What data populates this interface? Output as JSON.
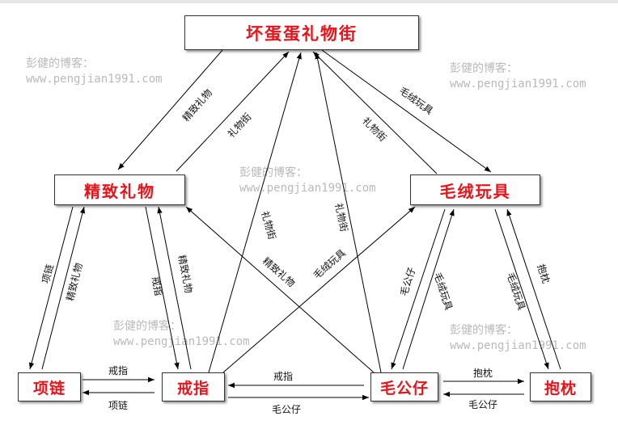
{
  "nodes": {
    "main": "坏蛋蛋礼物街",
    "jingzhi": "精致礼物",
    "maoxian": "毛绒玩具",
    "xianglian": "项链",
    "jiezhi": "戒指",
    "maogongzai": "毛公仔",
    "baozhen": "抱枕"
  },
  "watermark": {
    "line1": "彭健的博客：",
    "line2": "www.pengjian1991.com"
  },
  "edges": {
    "main_to_jingzhi": "精致礼物",
    "jingzhi_to_main": "礼物街",
    "main_to_maoxian": "毛绒玩具",
    "maoxian_to_main": "礼物街",
    "jiezhi_to_main": "礼物街",
    "maogongzai_to_main": "礼物街",
    "jingzhi_to_xianglian": "项链",
    "xianglian_to_jingzhi": "精致礼物",
    "jingzhi_to_jiezhi": "戒指",
    "jiezhi_to_jingzhi": "精致礼物",
    "maogongzai_to_jingzhi": "精致礼物",
    "jiezhi_to_maoxian": "毛绒玩具",
    "maoxian_to_maogongzai": "毛公仔",
    "maogongzai_to_maoxian": "毛绒玩具",
    "maoxian_to_baozhen": "毛绒玩具",
    "baozhen_to_maoxian": "抱枕",
    "xianglian_to_jiezhi": "戒指",
    "jiezhi_to_xianglian": "项链",
    "maogongzai_to_jiezhi": "戒指",
    "jiezhi_to_maogongzai": "毛公仔",
    "maogongzai_to_baozhen": "抱枕",
    "baozhen_to_maogongzai": "毛公仔"
  }
}
